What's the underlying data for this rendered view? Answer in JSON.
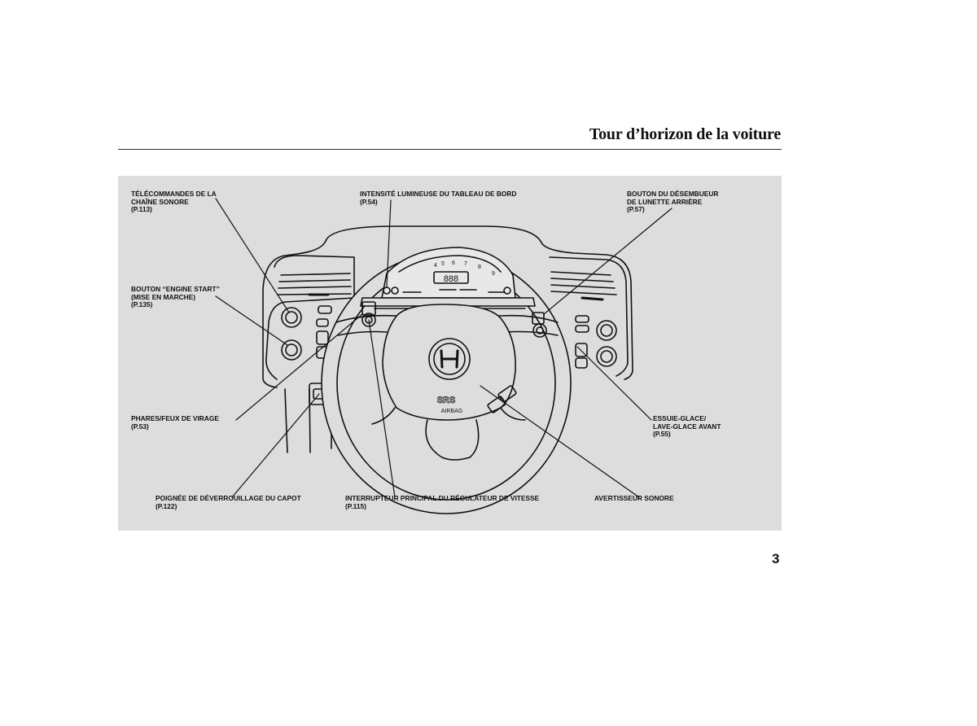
{
  "header": {
    "title": "Tour d’horizon de la voiture"
  },
  "callouts": {
    "audio_remote": {
      "line1": "TÉLÉCOMMANDES DE LA",
      "line2": "CHAÎNE SONORE",
      "ref": "(P.113)"
    },
    "brightness": {
      "line1": "INTENSITÉ LUMINEUSE DU TABLEAU DE BORD",
      "ref": "(P.54)"
    },
    "defroster": {
      "line1": "BOUTON DU DÉSEMBUEUR",
      "line2": "DE LUNETTE ARRIÈRE",
      "ref": "(P.57)"
    },
    "engine_start": {
      "line1": "BOUTON ‘‘ENGINE START’’",
      "line2": "(MISE EN MARCHE)",
      "ref": "(P.135)"
    },
    "headlights": {
      "line1": "PHARES/FEUX DE VIRAGE",
      "ref": "(P.53)"
    },
    "wipers": {
      "line1": "ESSUIE-GLACE/",
      "line2": "LAVE-GLACE AVANT",
      "ref": "(P.55)"
    },
    "hood_release": {
      "line1": "POIGNÉE DE DÉVERROUILLAGE DU CAPOT",
      "ref": "(P.122)"
    },
    "cruise": {
      "line1": "INTERRUPTEUR PRINCIPAL DU RÉGULATEUR DE VITESSE",
      "ref": "(P.115)"
    },
    "horn": {
      "line1": "AVERTISSEUR SONORE"
    }
  },
  "illustration": {
    "airbag_top": "SRS",
    "airbag_bottom": "AIRBAG",
    "digital_readout": "888",
    "tach_numbers": [
      "4",
      "5",
      "6",
      "7",
      "8",
      "9"
    ]
  },
  "footer": {
    "page_number": "3"
  }
}
